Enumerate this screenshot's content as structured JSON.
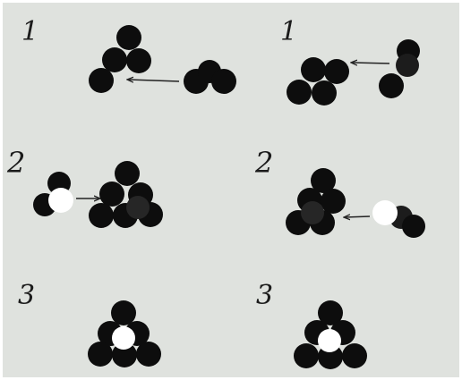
{
  "colors": {
    "background": "#dfe2de",
    "ball_dark": "#0d0d0d",
    "ball_shade": "#262626",
    "ball_white": "#ffffff",
    "arrow": "#222222"
  },
  "steps": [
    {
      "left_label": "1",
      "right_label": "1"
    },
    {
      "left_label": "2",
      "right_label": "2"
    },
    {
      "left_label": "3",
      "right_label": "3"
    }
  ]
}
